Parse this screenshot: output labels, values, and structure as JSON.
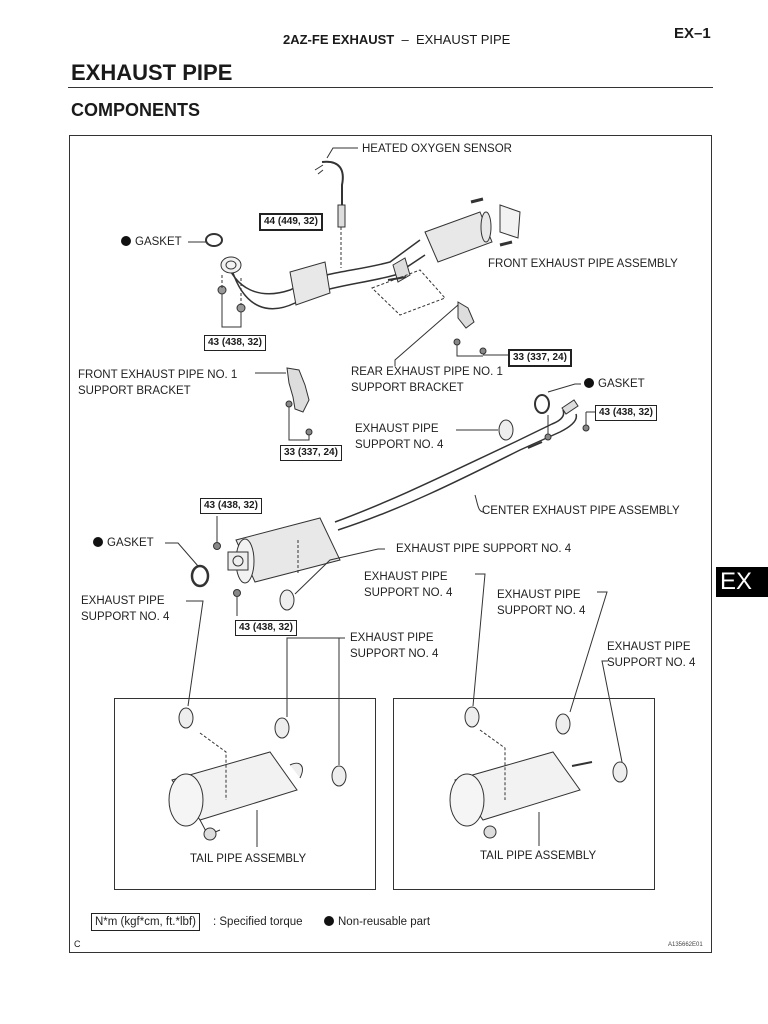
{
  "header": {
    "section_bold": "2AZ-FE EXHAUST",
    "separator": "–",
    "section_sub": "EXHAUST PIPE",
    "page_id": "EX–1"
  },
  "title": "EXHAUST PIPE",
  "subtitle": "COMPONENTS",
  "side_tab": "EX",
  "labels": {
    "heated_oxygen_sensor": "HEATED OXYGEN SENSOR",
    "gasket": "GASKET",
    "front_exhaust_pipe_assembly": "FRONT EXHAUST PIPE ASSEMBLY",
    "front_bracket_line1": "FRONT EXHAUST PIPE NO. 1",
    "front_bracket_line2": "SUPPORT BRACKET",
    "rear_bracket_line1": "REAR EXHAUST PIPE NO. 1",
    "rear_bracket_line2": "SUPPORT BRACKET",
    "support_line1": "EXHAUST PIPE",
    "support_line2": "SUPPORT NO. 4",
    "support_full": "EXHAUST PIPE SUPPORT NO. 4",
    "center_exhaust_pipe_assembly": "CENTER EXHAUST PIPE ASSEMBLY",
    "tail_pipe_assembly": "TAIL PIPE ASSEMBLY"
  },
  "torques": {
    "sensor": "44 (449, 32)",
    "front_flange": "43 (438, 32)",
    "rear_bracket": "33 (337, 24)",
    "front_bracket": "33 (337, 24)",
    "center_rear": "43 (438, 32)",
    "center_front_top": "43 (438, 32)",
    "center_front_bottom": "43 (438, 32)"
  },
  "legend": {
    "torque_unit": "N*m (kgf*cm, ft.*lbf)",
    "torque_desc": ": Specified torque",
    "nonreusable": "Non-reusable part"
  },
  "footer": {
    "left_code": "C",
    "figure_id": "A135662E01"
  }
}
